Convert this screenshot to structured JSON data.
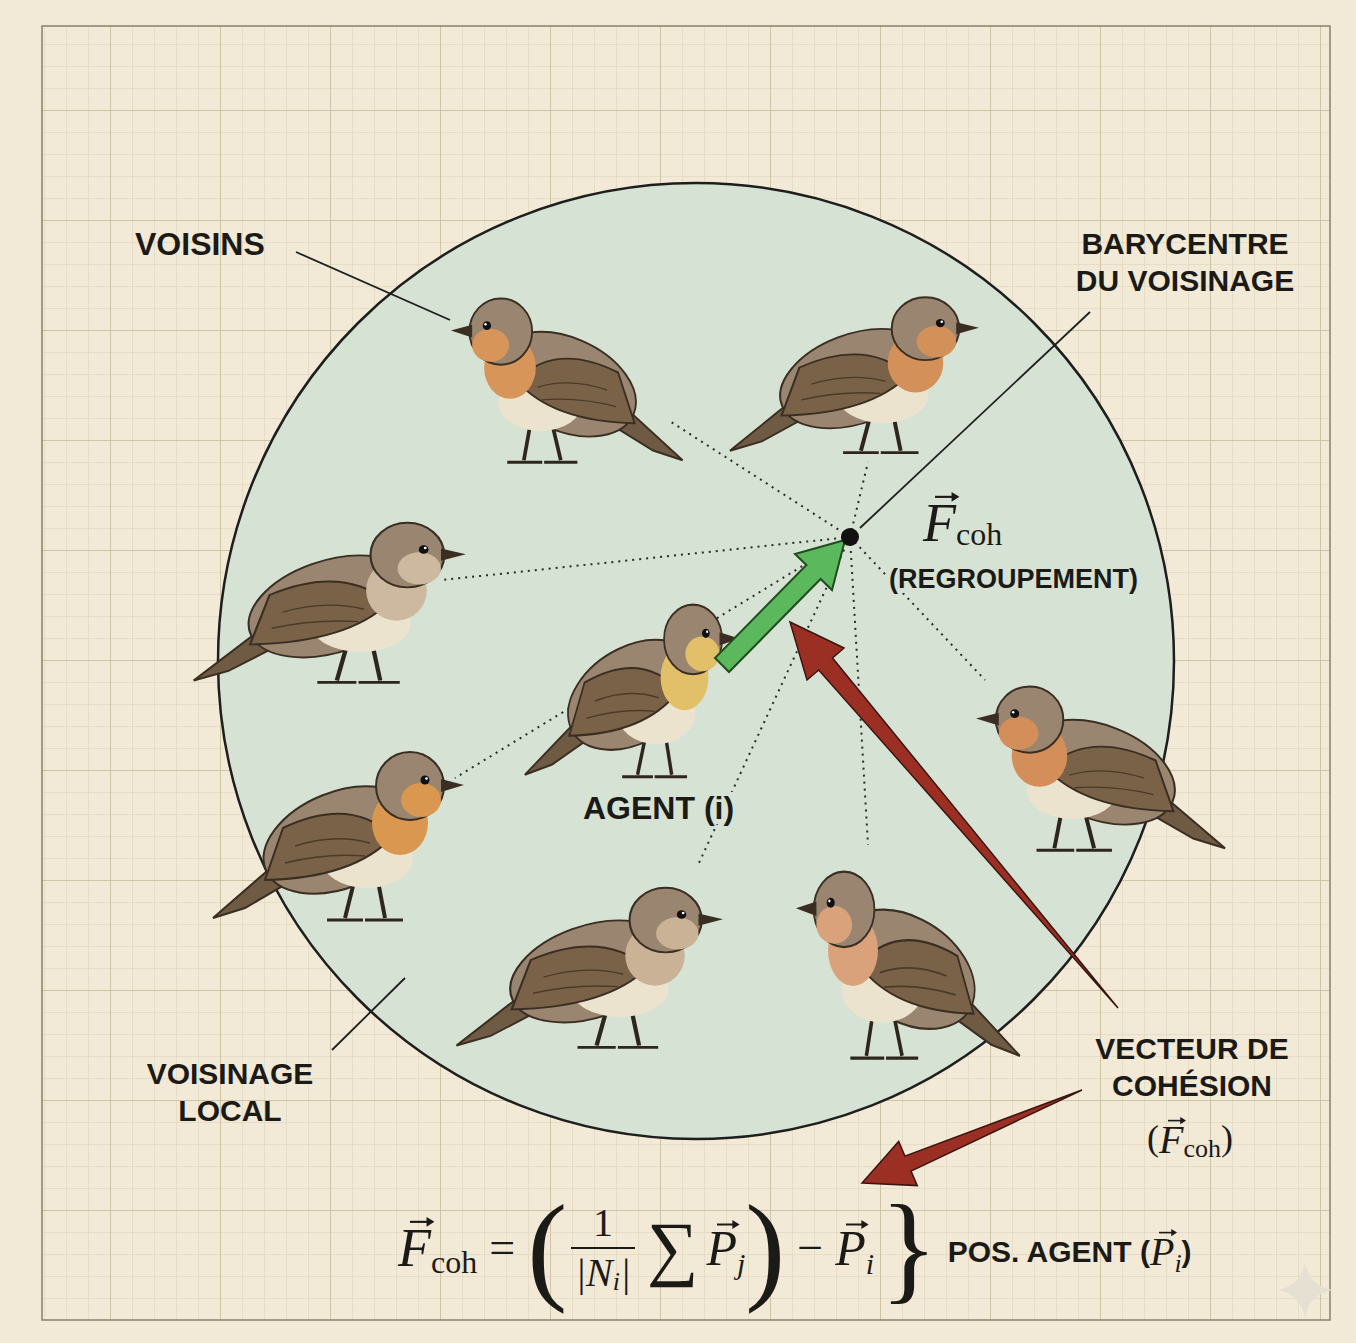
{
  "diagram": {
    "labels": [
      "VOISINS",
      "BARYCENTRE DU VOISINAGE",
      "F",
      "coh",
      "(REGROUPEMENT)",
      "AGENT (i)",
      "VOISINAGE LOCAL",
      "VECTEUR DE COHÉSION",
      "(",
      "F",
      "coh",
      ")",
      "F",
      "coh",
      "=",
      "(",
      "1",
      "|N",
      "i",
      "|",
      "∑",
      "P",
      "j",
      ")",
      "−",
      "P",
      "i",
      "}",
      "POS. AGENT (",
      "P",
      "i",
      ")"
    ]
  }
}
